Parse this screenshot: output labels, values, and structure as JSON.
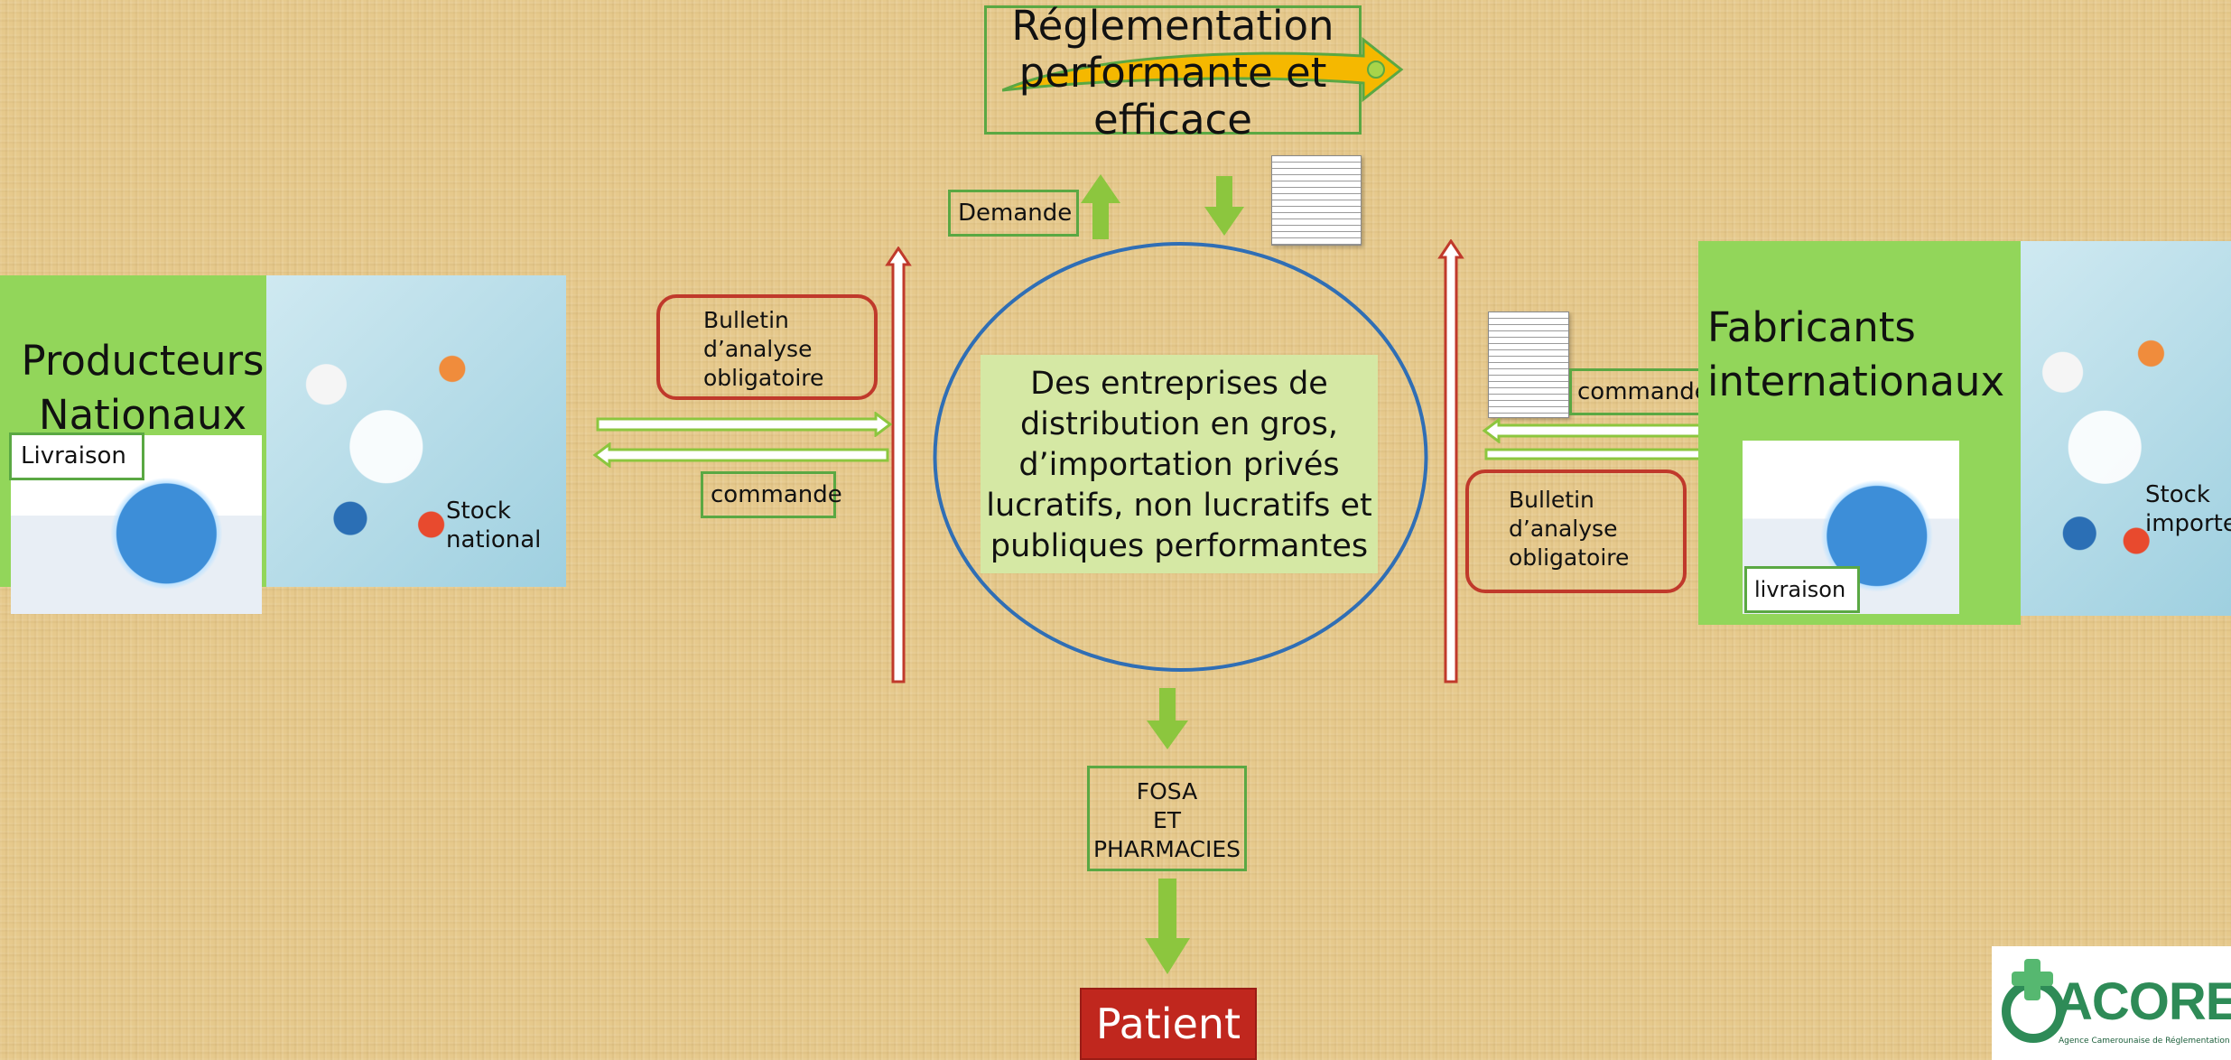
{
  "title": {
    "lines": [
      "Réglementation",
      "performante et",
      "efficace"
    ]
  },
  "labels": {
    "demande": "Demande",
    "center": [
      "Des entreprises de",
      "distribution en gros,",
      "d’importation privés",
      "lucratifs, non lucratifs et",
      "publiques performantes"
    ],
    "left_bulletin": [
      "Bulletin",
      "d’analyse",
      "obligatoire"
    ],
    "left_commande": "commande",
    "right_bulletin": [
      "Bulletin",
      "d’analyse",
      "obligatoire"
    ],
    "right_commande": "commande",
    "producteurs": [
      "Producteurs",
      "Nationaux"
    ],
    "livraison_left": "Livraison",
    "stock_national": [
      "Stock",
      "national"
    ],
    "fabricants": [
      "Fabricants",
      "internationaux"
    ],
    "livraison_right": "livraison",
    "stock_importe": [
      "Stock",
      "importe"
    ],
    "fosa": [
      "FOSA",
      "ET",
      "PHARMACIES"
    ],
    "patient": "Patient",
    "logo_text": "ACOREP",
    "logo_subtitle": "Agence Camerounaise de Réglementation Pharmaceutique"
  },
  "colors": {
    "green_panel": "#92d65a",
    "green_arrow": "#8cc63e",
    "red_outline": "#c0392b",
    "blue_ellipse": "#2f6eb5",
    "center_fill": "#d5e8a4",
    "patient_fill": "#c0271e",
    "title_arrow_fill": "#f5b800"
  },
  "icons": [
    "pills-photo-icon",
    "transport-photo-icon",
    "document-icon",
    "acorep-logo-icon"
  ]
}
